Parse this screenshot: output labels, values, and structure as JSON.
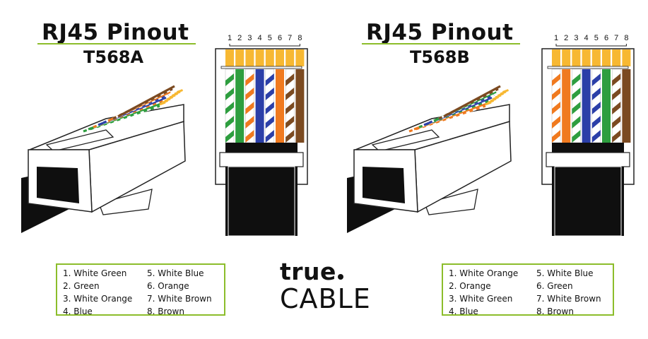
{
  "colors": {
    "green": "#2e9e3f",
    "orange": "#f07a1f",
    "blue": "#2b3fa8",
    "brown": "#7b4a21",
    "pin_gold": "#f7b832",
    "accent_green": "#8cbd2b",
    "black": "#0f0f0f"
  },
  "left": {
    "title": "RJ45 Pinout",
    "standard": "T568A",
    "pin_numbers": [
      "1",
      "2",
      "3",
      "4",
      "5",
      "6",
      "7",
      "8"
    ],
    "wires": [
      {
        "color": "green",
        "striped": true
      },
      {
        "color": "green",
        "striped": false
      },
      {
        "color": "orange",
        "striped": true
      },
      {
        "color": "blue",
        "striped": false
      },
      {
        "color": "blue",
        "striped": true
      },
      {
        "color": "orange",
        "striped": false
      },
      {
        "color": "brown",
        "striped": true
      },
      {
        "color": "brown",
        "striped": false
      }
    ],
    "legend": [
      "1. White Green",
      "2. Green",
      "3. White Orange",
      "4. Blue",
      "5. White Blue",
      "6. Orange",
      "7. White Brown",
      "8. Brown"
    ]
  },
  "right": {
    "title": "RJ45 Pinout",
    "standard": "T568B",
    "pin_numbers": [
      "1",
      "2",
      "3",
      "4",
      "5",
      "6",
      "7",
      "8"
    ],
    "wires": [
      {
        "color": "orange",
        "striped": true
      },
      {
        "color": "orange",
        "striped": false
      },
      {
        "color": "green",
        "striped": true
      },
      {
        "color": "blue",
        "striped": false
      },
      {
        "color": "blue",
        "striped": true
      },
      {
        "color": "green",
        "striped": false
      },
      {
        "color": "brown",
        "striped": true
      },
      {
        "color": "brown",
        "striped": false
      }
    ],
    "legend": [
      "1. White Orange",
      "2. Orange",
      "3. White Green",
      "4. Blue",
      "5. White Blue",
      "6. Green",
      "7. White Brown",
      "8. Brown"
    ]
  },
  "logo": {
    "word_top": "true",
    "word_bottom": "CABLE"
  }
}
